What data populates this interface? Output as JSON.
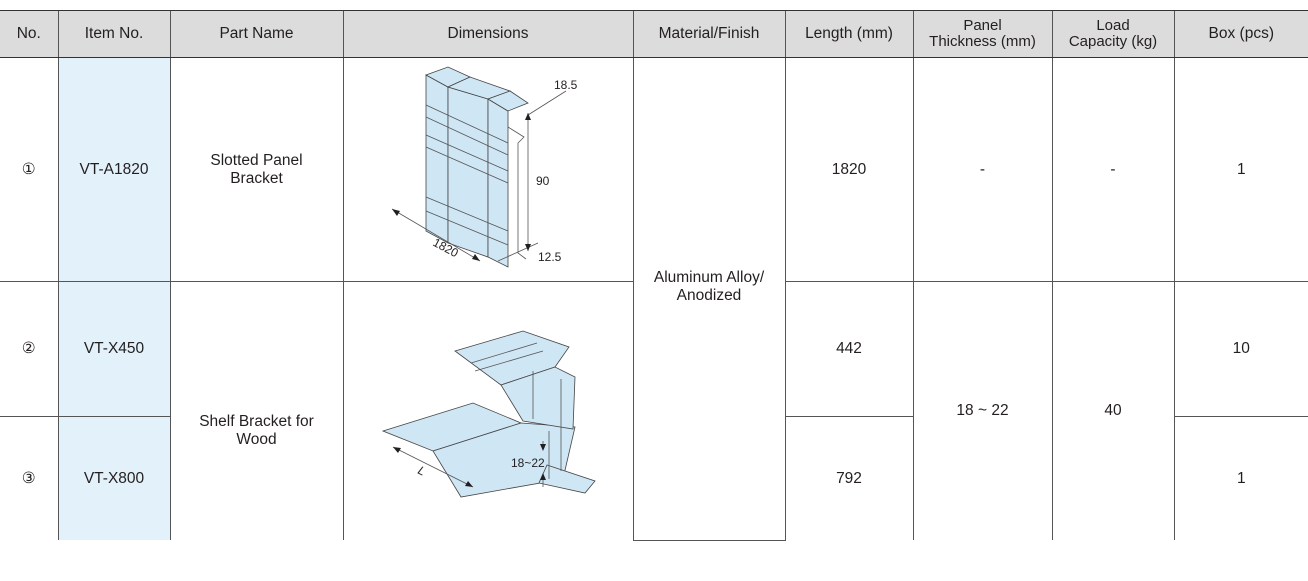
{
  "headers": {
    "no": "No.",
    "item_no": "Item No.",
    "part_name": "Part Name",
    "dimensions": "Dimensions",
    "material": "Material/Finish",
    "length": "Length (mm)",
    "panel_thickness_line1": "Panel",
    "panel_thickness_line2": "Thickness (mm)",
    "load_capacity_line1": "Load",
    "load_capacity_line2": "Capacity (kg)",
    "box": "Box (pcs)"
  },
  "rows": [
    {
      "no": "①",
      "item_no": "VT-A1820",
      "length": "1820",
      "box": "1"
    },
    {
      "no": "②",
      "item_no": "VT-X450",
      "length": "442",
      "box": "10"
    },
    {
      "no": "③",
      "item_no": "VT-X800",
      "length": "792",
      "box": "1"
    }
  ],
  "part1": {
    "name_line1": "Slotted Panel",
    "name_line2": "Bracket",
    "panel_thickness": "-",
    "load_capacity": "-",
    "dims": {
      "depth": "18.5",
      "height": "90",
      "length": "1820",
      "base": "12.5"
    }
  },
  "part2": {
    "name_line1": "Shelf Bracket for",
    "name_line2": "Wood",
    "panel_thickness": "18 ~ 22",
    "load_capacity": "40",
    "dims": {
      "thickness": "18~22",
      "length_symbol": "L"
    }
  },
  "material": {
    "line1": "Aluminum Alloy/",
    "line2": "Anodized"
  },
  "colors": {
    "header_bg": "#dcdcdc",
    "item_bg": "#e3f1fa",
    "part_fill": "#cfe6f4"
  }
}
